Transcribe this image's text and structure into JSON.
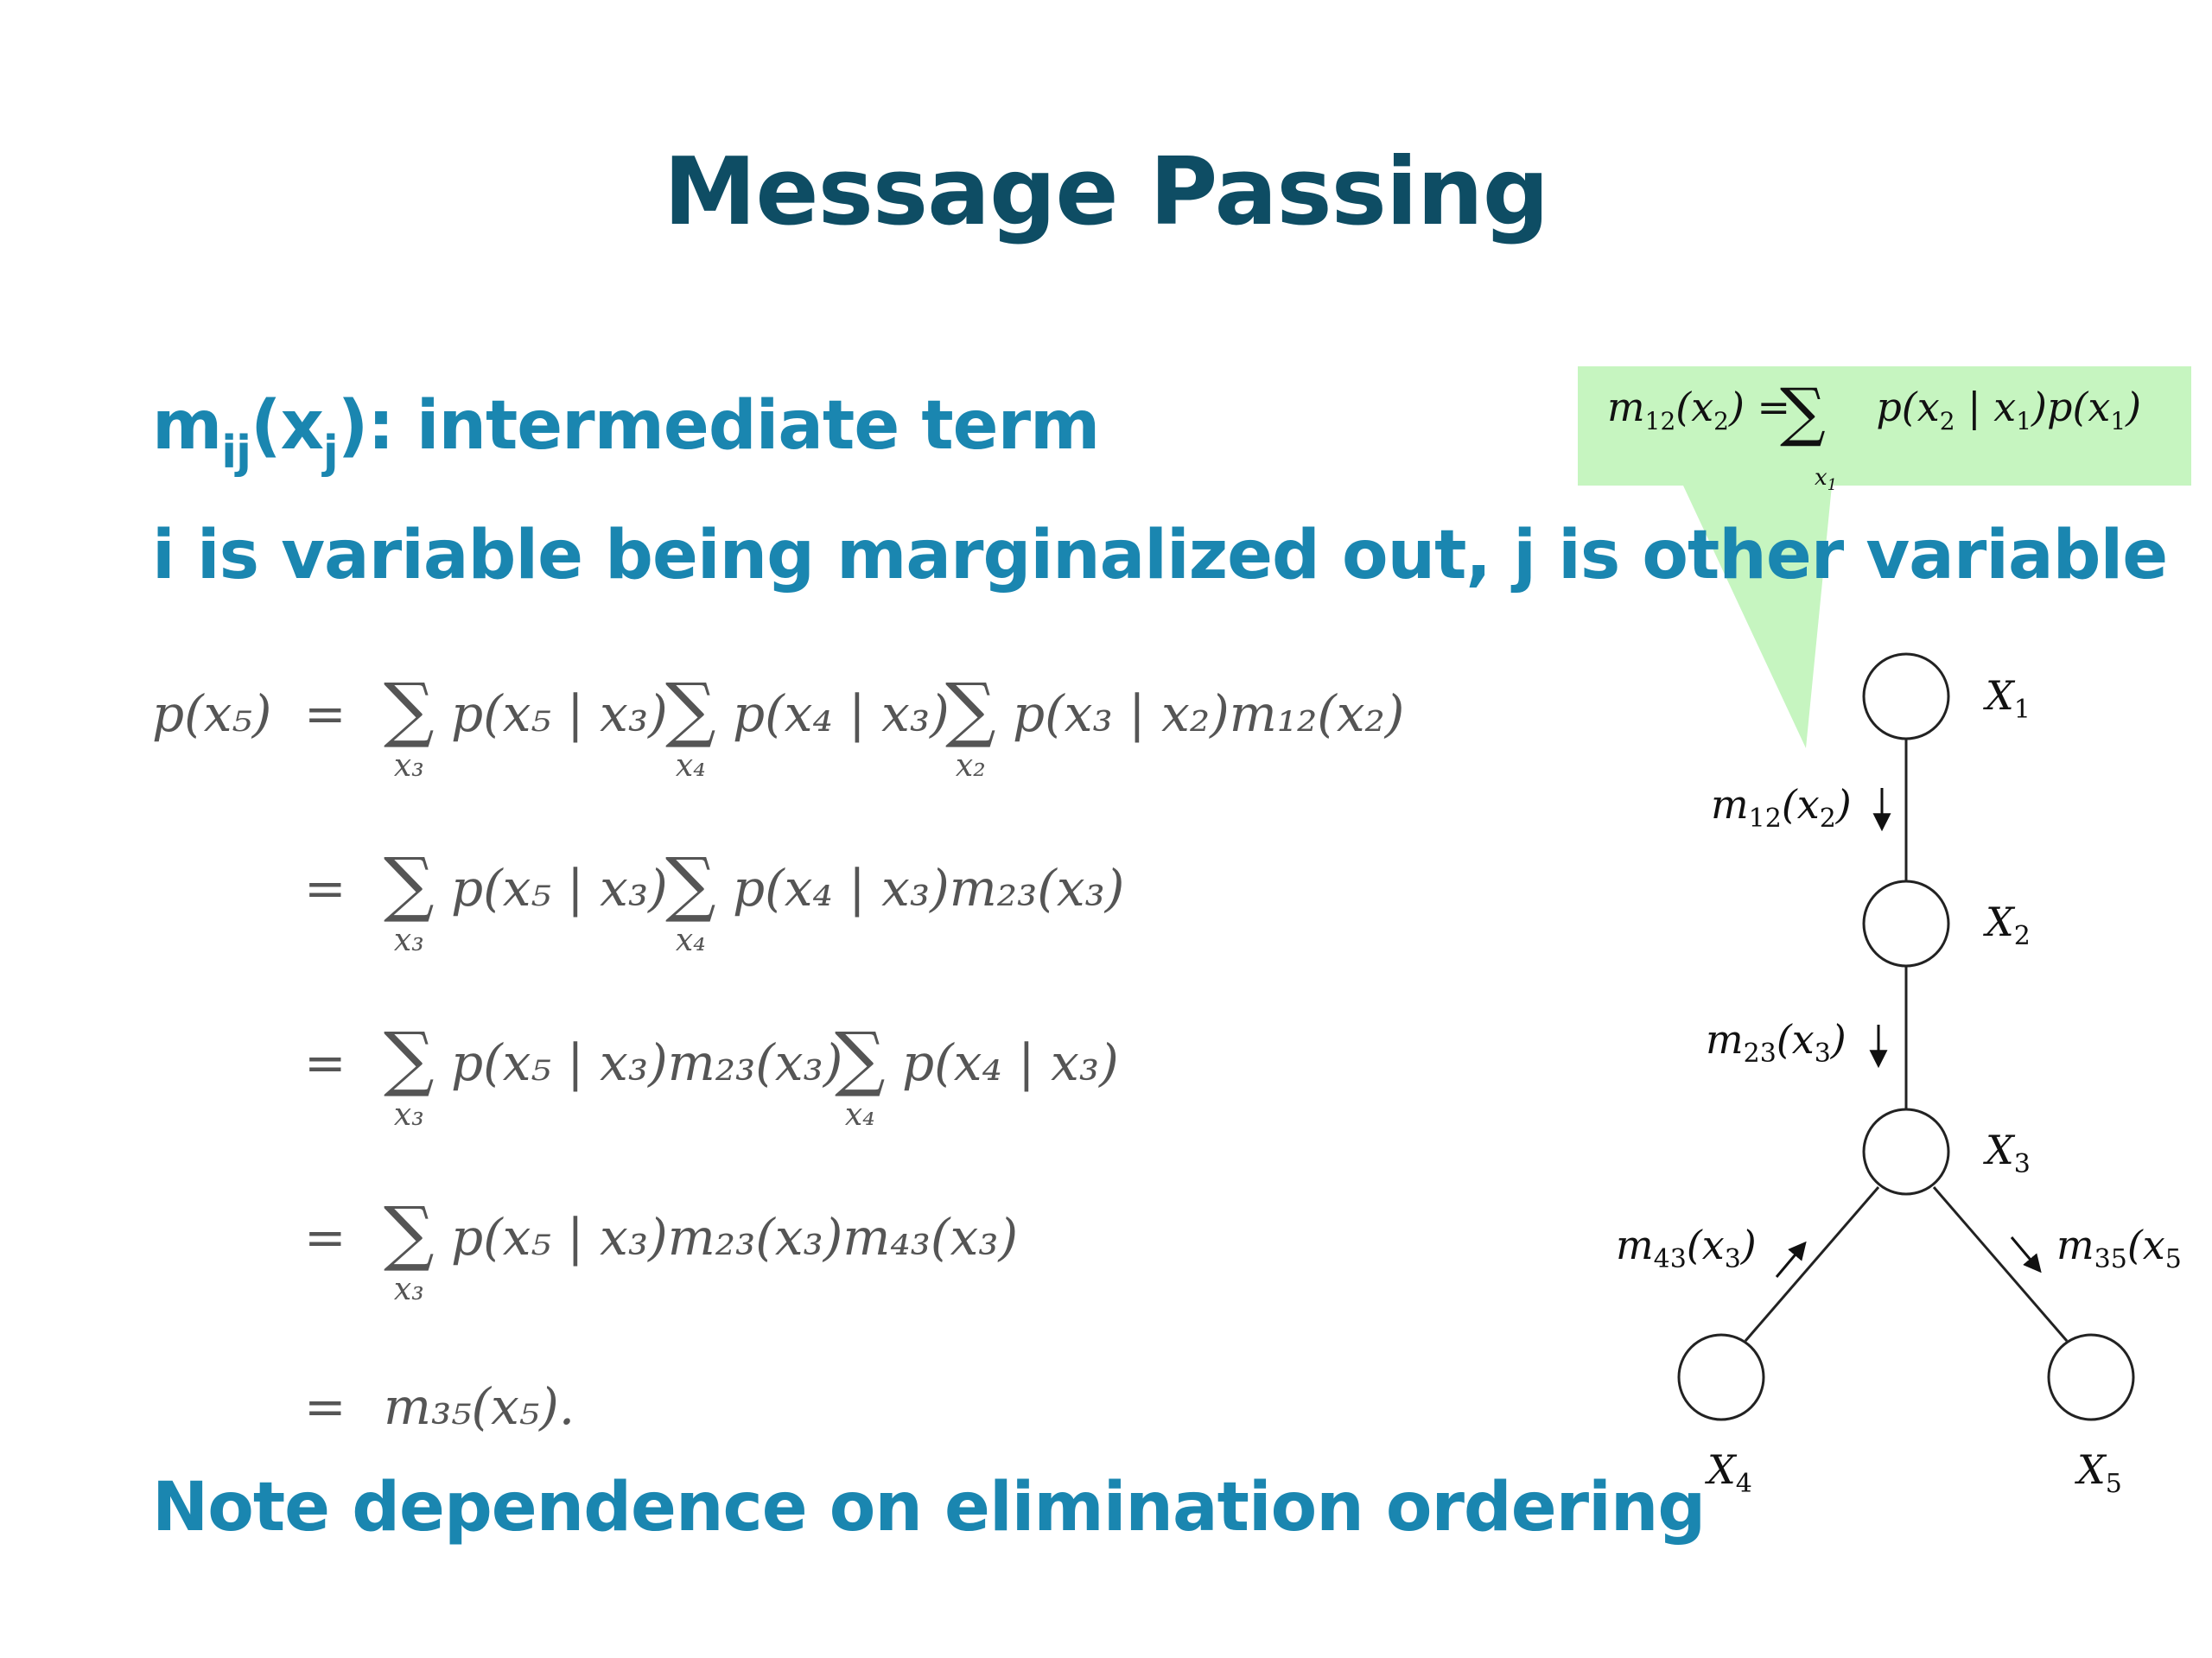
{
  "slide": {
    "title": "Message Passing",
    "bullet1": {
      "m": "m",
      "sub_ij": "ij",
      "open": "(x",
      "sub_j": "j",
      "rest": "): intermediate term"
    },
    "bullet2": "i is variable being marginalized out, j is other variable",
    "bullet3": "Note dependence on elimination ordering"
  },
  "callout": {
    "fill_color": "#c6f5c0",
    "lhs": "m",
    "lhs_sub": "12",
    "lhs_arg": "(x",
    "lhs_arg_sub": "2",
    "lhs_close": ") =",
    "sum_symbol": "∑",
    "sum_index": "x",
    "sum_index_sub": "1",
    "rhs": "p(x",
    "rhs_sub1": "2",
    "rhs_mid": " | x",
    "rhs_sub2": "1",
    "rhs_mid2": ")p(x",
    "rhs_sub3": "1",
    "rhs_close": ")"
  },
  "equations": {
    "lhs": "p(x₅)",
    "eq": "=",
    "sigma": "∑",
    "rows": [
      {
        "sum_indices": [
          "x₃",
          "x₄",
          "x₂"
        ],
        "terms": [
          "p(x₅ | x₃)",
          "p(x₄ | x₃)",
          "p(x₃ | x₂)m₁₂(x₂)"
        ]
      },
      {
        "sum_indices": [
          "x₃",
          "x₄"
        ],
        "terms": [
          "p(x₅ | x₃)",
          "p(x₄ | x₃)m₂₃(x₃)"
        ]
      },
      {
        "sum_indices": [
          "x₃",
          "x₄"
        ],
        "terms": [
          "p(x₅ | x₃)m₂₃(x₃)",
          "p(x₄ | x₃)"
        ]
      },
      {
        "sum_indices": [
          "x₃"
        ],
        "terms": [
          "p(x₅ | x₃)m₂₃(x₃)m₄₃(x₃)"
        ]
      },
      {
        "sum_indices": [],
        "terms": [
          "m₃₅(x₅)."
        ]
      }
    ]
  },
  "tree": {
    "nodes": {
      "x1": {
        "name": "X",
        "sub": "1"
      },
      "x2": {
        "name": "X",
        "sub": "2"
      },
      "x3": {
        "name": "X",
        "sub": "3"
      },
      "x4": {
        "name": "X",
        "sub": "4"
      },
      "x5": {
        "name": "X",
        "sub": "5"
      }
    },
    "messages": {
      "m12": {
        "name": "m",
        "sub": "12",
        "arg": "(x",
        "arg_sub": "2",
        "close": ")"
      },
      "m23": {
        "name": "m",
        "sub": "23",
        "arg": "(x",
        "arg_sub": "3",
        "close": ")"
      },
      "m43": {
        "name": "m",
        "sub": "43",
        "arg": "(x",
        "arg_sub": "3",
        "close": ")"
      },
      "m35": {
        "name": "m",
        "sub": "35",
        "arg": "(x",
        "arg_sub": "5",
        "close": ""
      }
    }
  }
}
